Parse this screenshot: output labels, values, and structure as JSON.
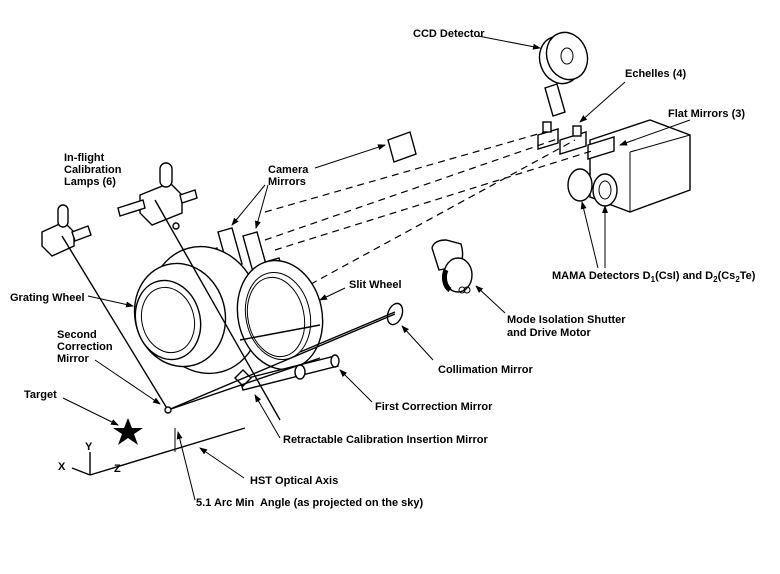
{
  "labels": {
    "ccd_detector": "CCD Detector",
    "echelles": "Echelles (4)",
    "flat_mirrors": "Flat Mirrors (3)",
    "calibration_lamps": [
      "In-flight",
      "Calibration",
      "Lamps (6)"
    ],
    "camera_mirrors": [
      "Camera",
      "Mirrors"
    ],
    "grating_wheel": "Grating Wheel",
    "slit_wheel": "Slit Wheel",
    "mama_detectors": {
      "prefix": "MAMA Detectors D",
      "sub1": "1",
      "mid": "(CsI) and D",
      "sub2": "2",
      "mid2": "(Cs",
      "sub3": "2",
      "suffix": "Te)"
    },
    "second_correction_mirror": [
      "Second",
      "Correction",
      "Mirror"
    ],
    "mode_isolation_shutter": [
      "Mode Isolation Shutter",
      "and Drive Motor"
    ],
    "collimation_mirror": "Collimation Mirror",
    "target": "Target",
    "first_correction_mirror": "First Correction Mirror",
    "calibration_insertion_mirror": "Retractable Calibration Insertion Mirror",
    "hst_optical_axis": "HST Optical Axis",
    "arc_angle": "5.1 Arc Min  Angle (as projected on the sky)",
    "axis_x": "X",
    "axis_y": "Y",
    "axis_z": "Z"
  }
}
